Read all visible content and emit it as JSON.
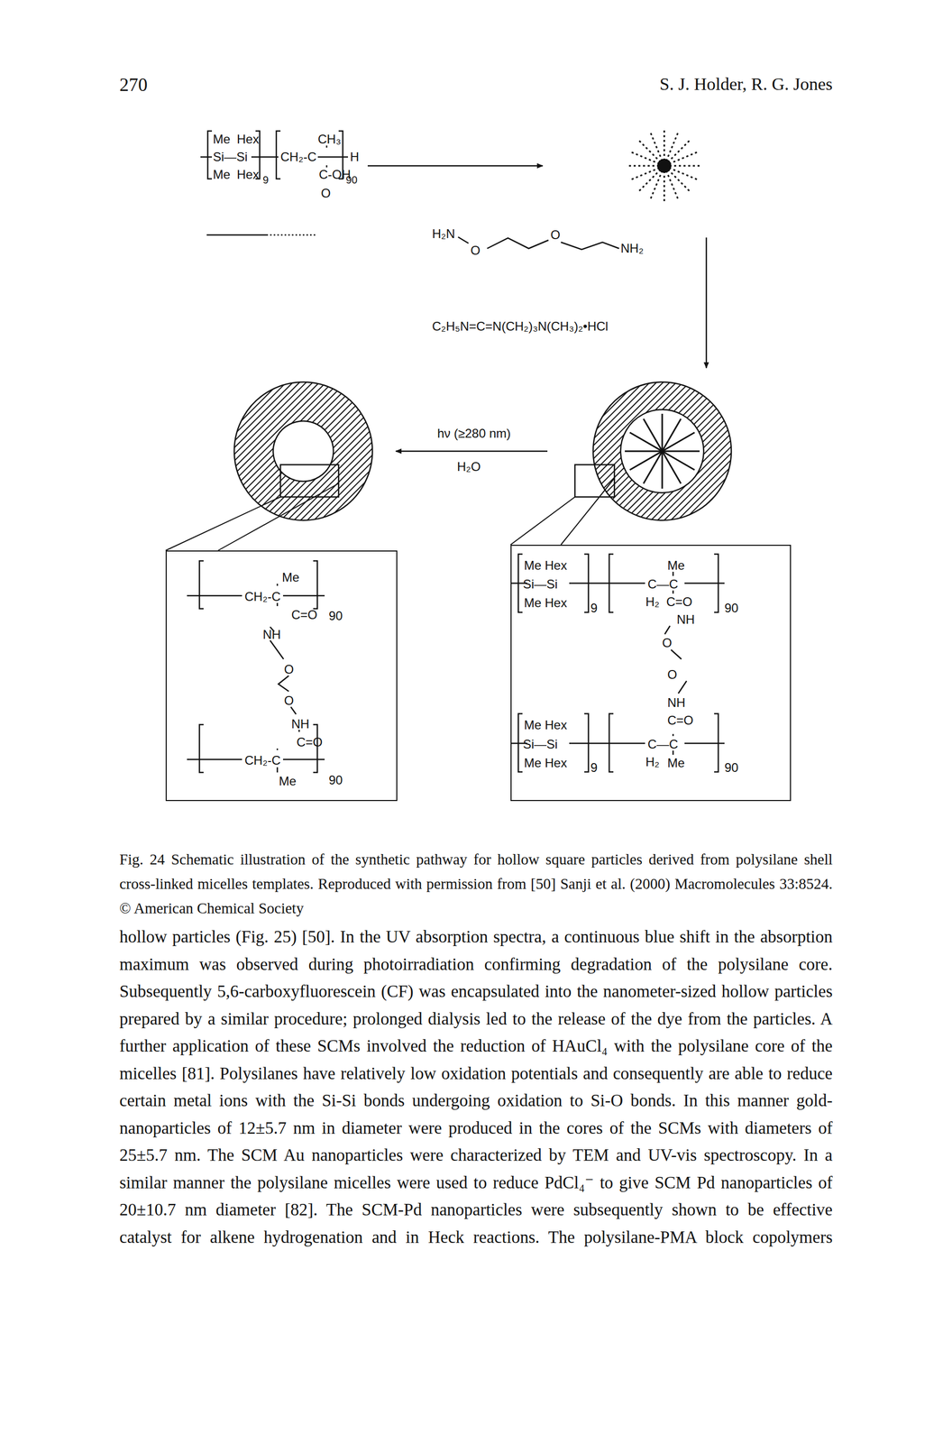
{
  "diagram": {
    "caption": "Fig. 24 Schematic illustration of the synthetic pathway for hollow square particles derived from polysilane shell cross-linked micelles templates. Reproduced with permission from [50] Sanji et al. (2000) Macromolecules 33:8524. © American Chemical Society",
    "nodes": [
      {
        "text": [
          "Me",
          "CH₂-C",
          "C=O",
          "NH",
          "90",
          "O",
          "O",
          "NH",
          "C=O",
          "CH₂-C",
          "Me",
          "90"
        ]
      },
      {
        "text": [
          "Me Hex",
          "Si—Si",
          "Me Hex",
          "9",
          "Me",
          "C—C",
          "H₂",
          "C=O",
          "NH",
          "90",
          "O",
          "O",
          "NH",
          "C=O",
          "Me Hex",
          "Si—Si",
          "Me Hex",
          "9",
          "C—C",
          "H₂",
          "Me",
          "90"
        ]
      }
    ],
    "labels": [
      "270",
      "S. J. Holder, R. G. Jones",
      "Me",
      "Hex",
      "Si—Si",
      "Me",
      "Hex",
      "9",
      "CH₃",
      "CH₂-C",
      "H",
      "C-OH",
      "O",
      "90",
      "H₂N",
      "O",
      "O",
      "NH₂",
      "C₂H₅N=C=N(CH₂)₃N(CH₃)₂•HCl",
      "hν (≥280 nm)",
      "H₂O",
      "hollow particles (Fig. 25) [50]. In the UV absorption spectra, a continuous blue shift in the absorption maximum was observed during photoirradiation confirming degradation of the polysilane core. Subsequently 5,6-carboxyfluorescein (CF) was encapsulated into the nanometer-sized hollow particles prepared by a similar procedure; prolonged dialysis led to the release of the dye from the particles. A further application of these SCMs involved the reduction of HAuCl₄ with the polysilane core of the micelles [81]. Polysilanes have relatively low oxidation potentials and consequently are able to reduce certain metal ions with the Si-Si bonds undergoing oxidation to Si-O bonds. In this manner gold-nanoparticles of 12±5.7 nm in diameter were produced in the cores of the SCMs with diameters of 25±5.7 nm. The SCM Au nanoparticles were characterized by TEM and UV-vis spectroscopy. In a similar manner the polysilane micelles were used to reduce PdCl₄⁻ to give SCM Pd nanoparticles of 20±10.7 nm diameter [82]. The SCM-Pd nanoparticles were subsequently shown to be effective catalyst for alkene hydrogenation and in Heck reactions. The polysilane-PMA block copolymers"
    ]
  }
}
